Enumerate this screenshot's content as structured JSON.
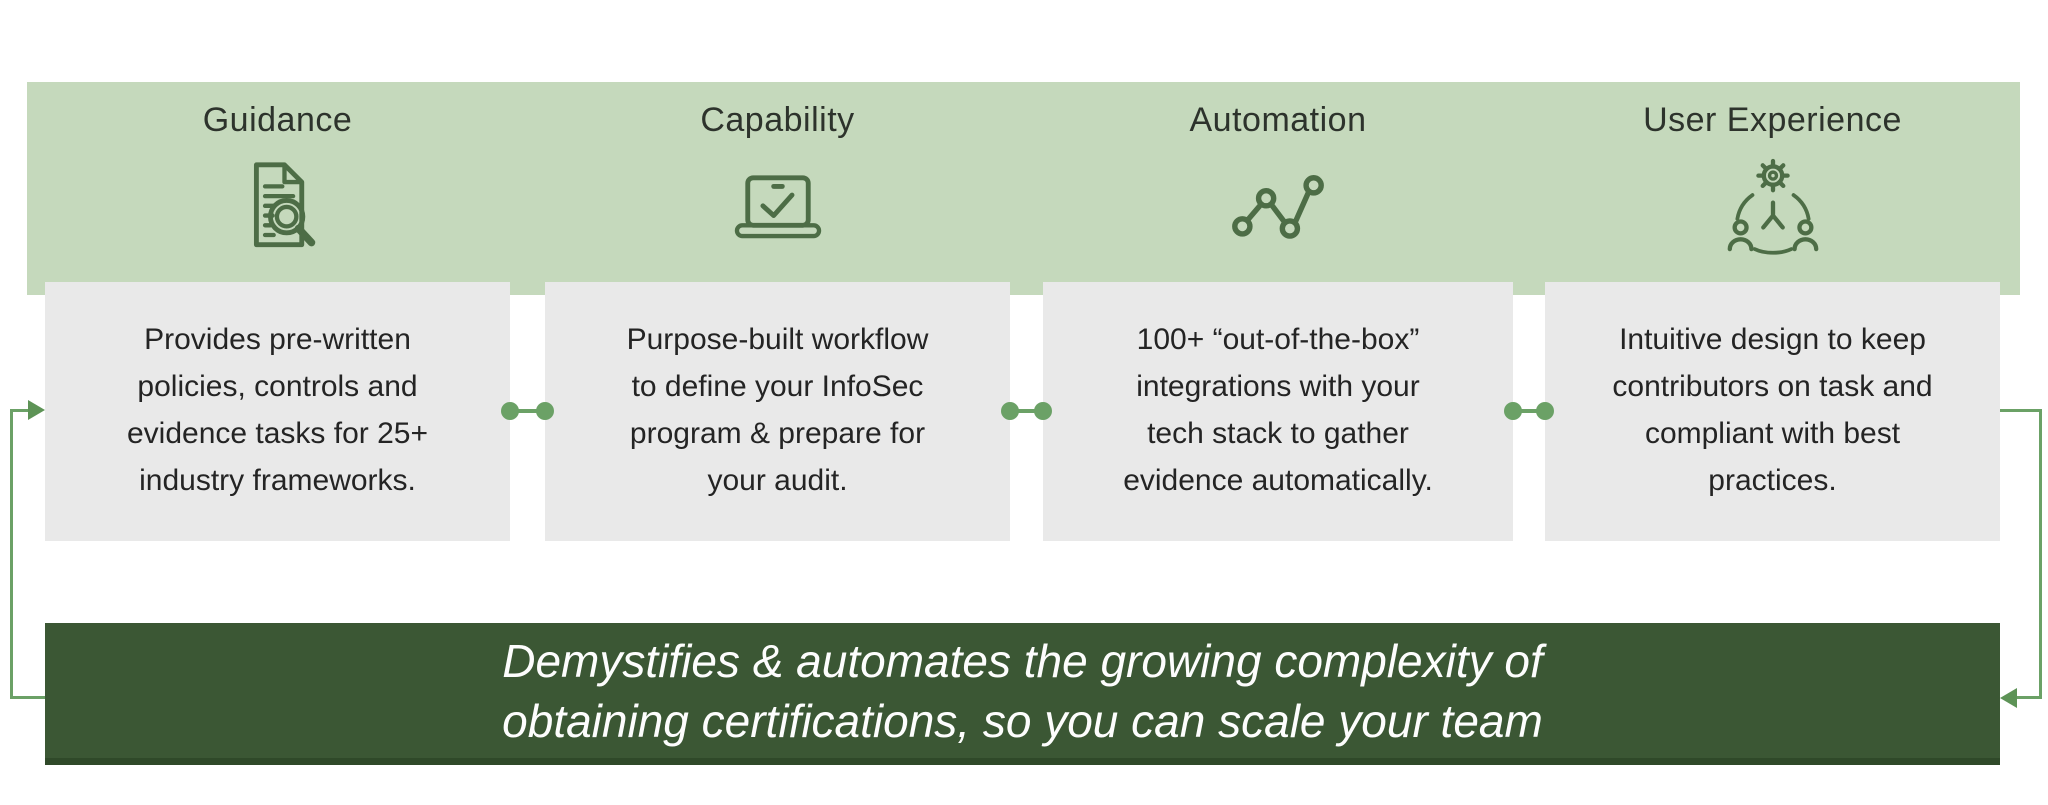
{
  "colors": {
    "header_bg": "#c5d9bc",
    "box_bg": "#e9e9e9",
    "banner_bg": "#3b5734",
    "banner_bottom_edge": "#2f4929",
    "connector_green": "#6ba166",
    "icon_stroke_green": "#4d6d46",
    "title_text": "#2d332c",
    "body_text": "#242424",
    "banner_text": "#fdfdfd"
  },
  "columns": [
    {
      "title": "Guidance",
      "icon": "document-search-icon",
      "lines": [
        "Provides pre-written",
        "policies, controls and",
        "evidence tasks for 25+",
        "industry frameworks."
      ]
    },
    {
      "title": "Capability",
      "icon": "laptop-check-icon",
      "lines": [
        "Purpose-built workflow",
        "to define your InfoSec",
        "program & prepare for",
        "your audit."
      ]
    },
    {
      "title": "Automation",
      "icon": "node-graph-icon",
      "lines": [
        "100+ “out-of-the-box”",
        "integrations with your",
        "tech stack to gather",
        "evidence automatically."
      ]
    },
    {
      "title": "User Experience",
      "icon": "gear-people-icon",
      "lines": [
        "Intuitive design to keep",
        "contributors on task and",
        "compliant with best",
        "practices."
      ]
    }
  ],
  "banner": {
    "lines": [
      "Demystifies & automates the growing complexity of",
      "obtaining certifications, so you can scale your team"
    ]
  }
}
